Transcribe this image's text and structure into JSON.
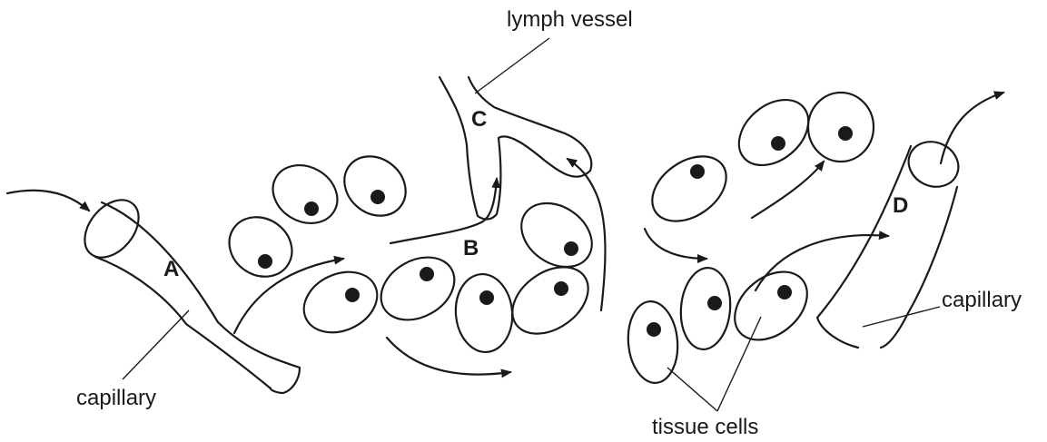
{
  "labels": {
    "lymph_vessel": "lymph vessel",
    "capillary_left": "capillary",
    "capillary_right": "capillary",
    "tissue_cells": "tissue cells",
    "A": "A",
    "B": "B",
    "C": "C",
    "D": "D"
  }
}
